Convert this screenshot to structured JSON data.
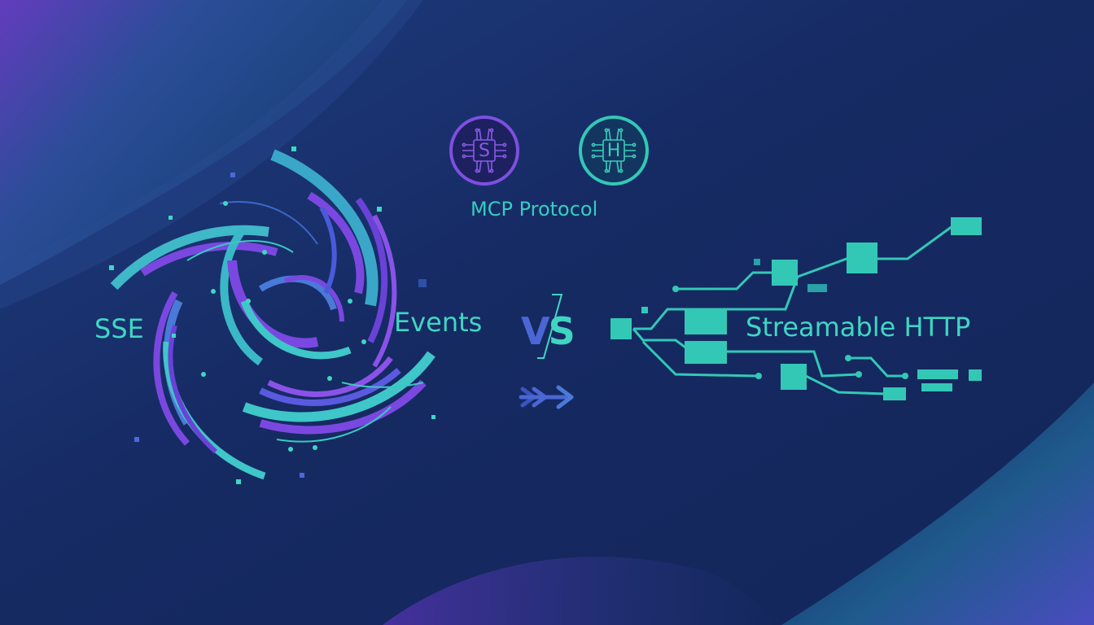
{
  "labels": {
    "sse": "SSE",
    "events": "Events",
    "mcp": "MCP Protocol",
    "http": "Streamable HTTP",
    "vs_v": "V",
    "vs_s": "S"
  },
  "badges": {
    "left_letter": "S",
    "right_letter": "H"
  },
  "colors": {
    "teal": "#3fd6c4",
    "purple": "#7f4fe0",
    "blue": "#4a67d3",
    "background": "#172a5e"
  },
  "icons": [
    "swirl-graphic",
    "chip-s-icon",
    "chip-h-icon",
    "double-arrow-icon",
    "circuit-graphic"
  ]
}
